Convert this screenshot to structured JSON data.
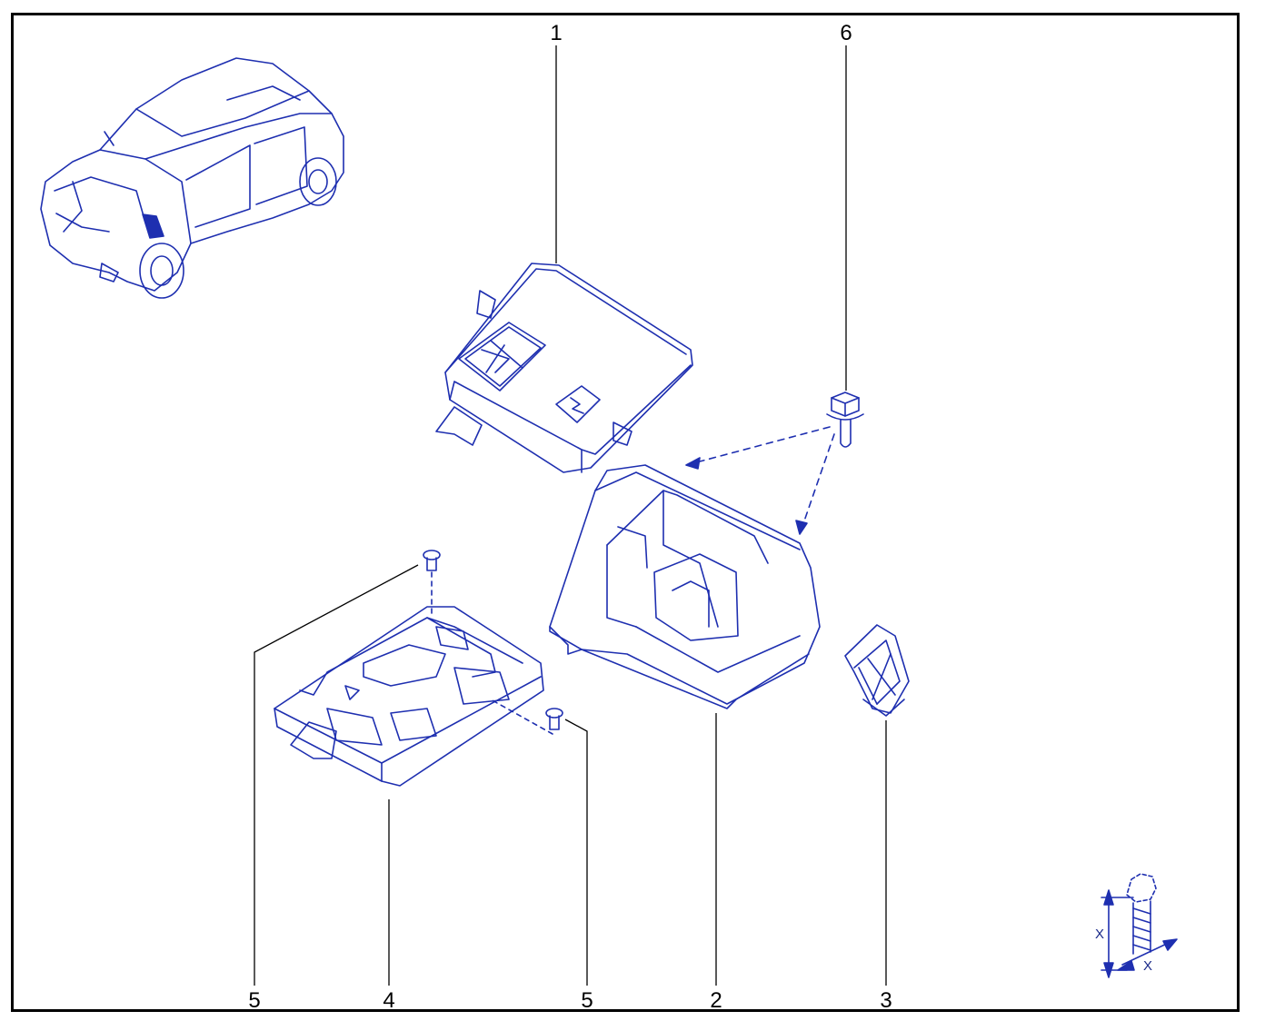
{
  "callouts": {
    "c1": "1",
    "c2": "2",
    "c3": "3",
    "c4": "4",
    "c5a": "5",
    "c5b": "5",
    "c6": "6"
  },
  "dimension_symbol": {
    "x_vertical": "X",
    "x_horizontal": "X"
  },
  "colors": {
    "line_art": "#1e2fb0",
    "callout_line": "#000000",
    "frame": "#000000",
    "background": "#ffffff"
  }
}
